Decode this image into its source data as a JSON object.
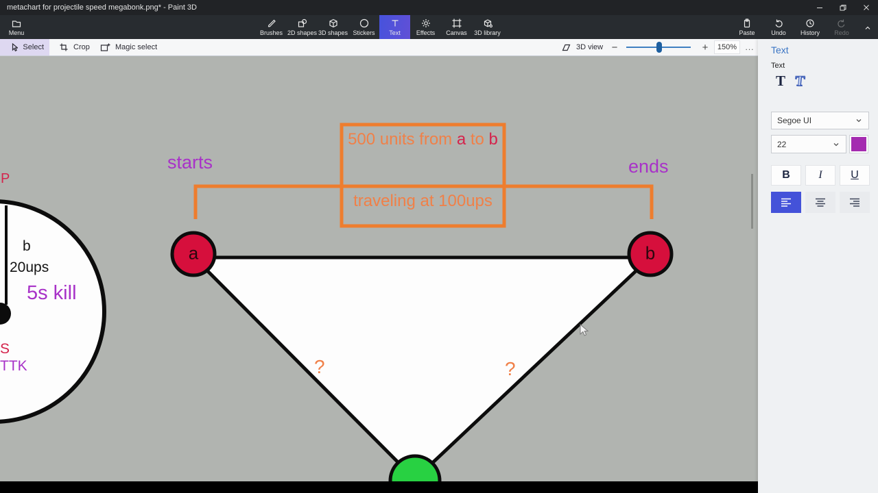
{
  "window": {
    "title": "metachart for projectile speed megabonk.png* - Paint 3D"
  },
  "toolbar": {
    "menu_label": "Menu",
    "tools": [
      {
        "label": "Brushes"
      },
      {
        "label": "2D shapes"
      },
      {
        "label": "3D shapes"
      },
      {
        "label": "Stickers"
      },
      {
        "label": "Text"
      },
      {
        "label": "Effects"
      },
      {
        "label": "Canvas"
      },
      {
        "label": "3D library"
      }
    ],
    "actions": [
      {
        "label": "Paste"
      },
      {
        "label": "Undo"
      },
      {
        "label": "History"
      },
      {
        "label": "Redo"
      }
    ]
  },
  "ribbon": {
    "select_label": "Select",
    "crop_label": "Crop",
    "magic_select_label": "Magic select",
    "view_label": "3D view",
    "zoom_level": "150%",
    "more_label": "..."
  },
  "sidebar": {
    "panel_title": "Text",
    "section_label": "Text",
    "text_2d_glyph": "T",
    "text_3d_glyph": "T",
    "font_family": "Segoe UI",
    "font_size": "22",
    "bold_label": "B",
    "italic_label": "I",
    "underline_label": "U"
  },
  "canvas": {
    "diagram": {
      "p_label": "P",
      "b_small_label": "b",
      "speed_small_label": "20ups",
      "kill_label": "5s kill",
      "s_label": "S",
      "ttk_label": "TTK",
      "starts_label": "starts",
      "ends_label": "ends",
      "distance_prefix": "500 units from ",
      "point_a": "a",
      "distance_mid": " to ",
      "point_b": "b",
      "speed_line": "traveling at 100ups",
      "question_left": "?",
      "question_right": "?",
      "node_a_label": "a",
      "node_b_label": "b"
    }
  },
  "colors": {
    "accent": "#4452d9",
    "heading_blue": "#3a75c4",
    "swatch": "#a42bb0",
    "orange": "#ee7d2e",
    "orange_text": "#f08048",
    "magenta": "#a832c8",
    "crimson": "#d60f3c",
    "crimson_text": "#d4244c",
    "node_letter": "#2a070e",
    "green": "#28d142"
  }
}
